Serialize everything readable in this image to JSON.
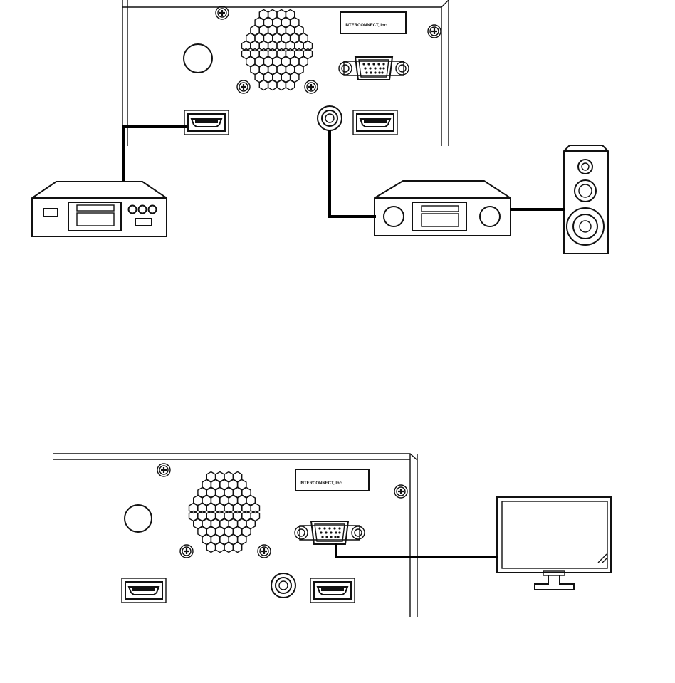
{
  "colors": {
    "line": "#111111",
    "cable": "#000000",
    "background": "#ffffff",
    "screen": "#dcdcdc"
  },
  "panels": [
    {
      "id": "top",
      "nameplate": "INTERCONNECT, Inc."
    },
    {
      "id": "bottom",
      "nameplate": "INTERCONNECT, Inc."
    }
  ],
  "devices": [
    "source-device",
    "av-receiver",
    "speaker",
    "monitor"
  ]
}
